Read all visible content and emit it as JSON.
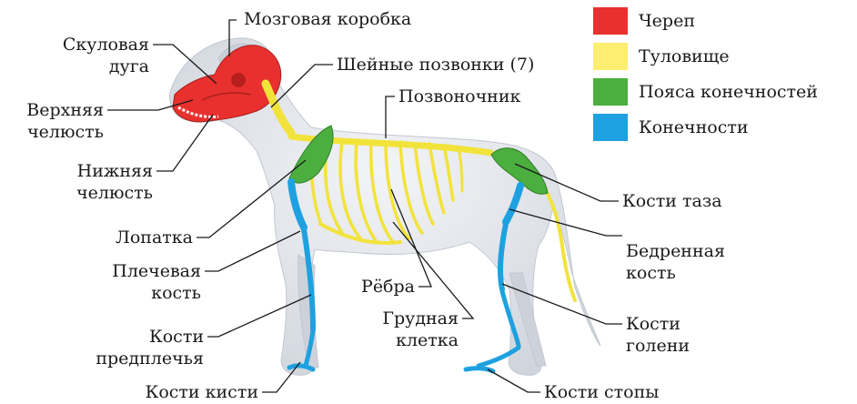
{
  "labels": {
    "braincase": "Мозговая коробка",
    "zygomatic_1": "Скуловая",
    "zygomatic_2": "дуга",
    "upper_jaw_1": "Верхняя",
    "upper_jaw_2": "челюсть",
    "lower_jaw_1": "Нижняя",
    "lower_jaw_2": "челюсть",
    "cervical": "Шейные позвонки (7)",
    "spine": "Позвоночник",
    "scapula": "Лопатка",
    "humerus_1": "Плечевая",
    "humerus_2": "кость",
    "forearm_1": "Кости",
    "forearm_2": "предплечья",
    "hand": "Кости кисти",
    "ribs": "Рёбра",
    "chest_1": "Грудная",
    "chest_2": "клетка",
    "pelvis": "Кости таза",
    "femur_1": "Бедренная",
    "femur_2": "кость",
    "shin_1": "Кости",
    "shin_2": "голени",
    "foot": "Кости стопы"
  },
  "legend": [
    {
      "label": "Череп",
      "color": "#e8312e"
    },
    {
      "label": "Туловище",
      "color": "#fdee71"
    },
    {
      "label": "Пояса конечностей",
      "color": "#4cae3f"
    },
    {
      "label": "Конечности",
      "color": "#1ea1e0"
    }
  ],
  "colors": {
    "skull": "#e8312e",
    "trunk": "#f2e33a",
    "girdles": "#4cae3f",
    "limbs": "#1ea1e0",
    "body": "#dde1e8",
    "leader": "#1a1a1a"
  }
}
